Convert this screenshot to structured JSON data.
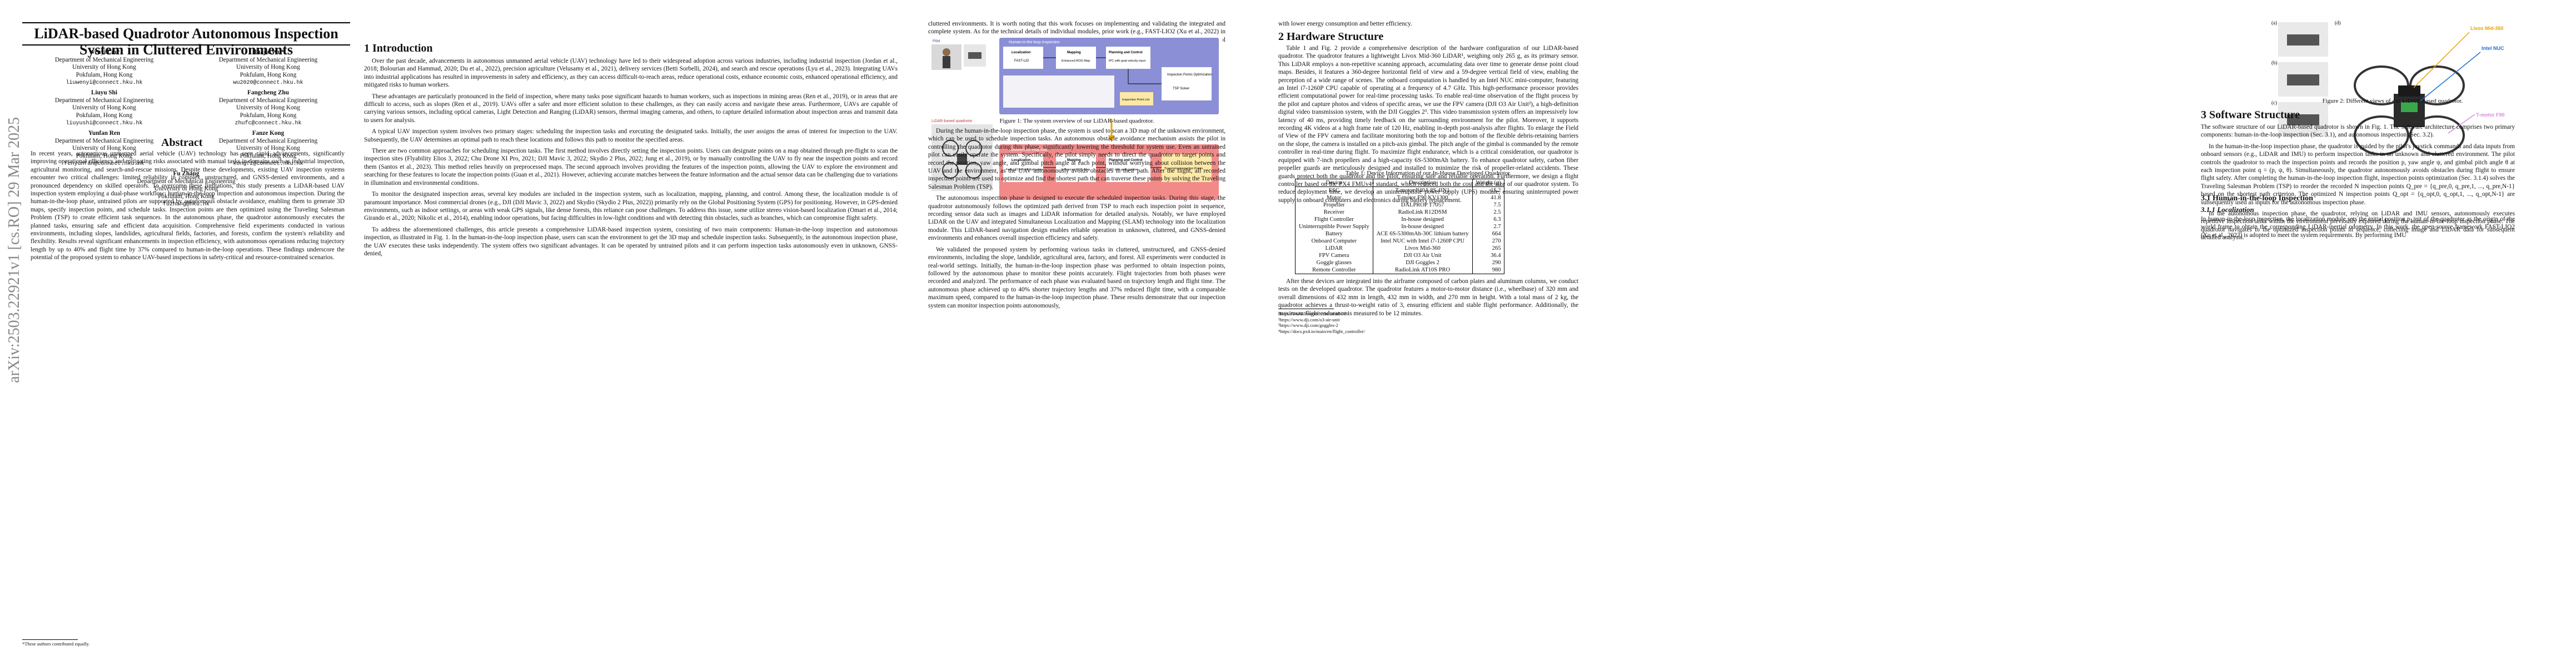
{
  "arxiv_stamp": "arXiv:2503.22921v1  [cs.RO]  29 Mar 2025",
  "title": "LiDAR-based Quadrotor Autonomous Inspection System in Cluttered Environments",
  "authors": [
    {
      "name": "Wenyi Liu*",
      "dept": "Department of Mechanical Engineering",
      "org": "University of Hong Kong",
      "city": "Pokfulam, Hong Kong",
      "email": "liuwenyi@connect.hku.hk"
    },
    {
      "name": "Huajie Wu*",
      "dept": "Department of Mechanical Engineering",
      "org": "University of Hong Kong",
      "city": "Pokfulam, Hong Kong",
      "email": "wu2020@connect.hku.hk"
    },
    {
      "name": "Liuyu Shi",
      "dept": "Department of Mechanical Engineering",
      "org": "University of Hong Kong",
      "city": "Pokfulam, Hong Kong",
      "email": "liuyushi@connect.hku.hk"
    },
    {
      "name": "Fangcheng Zhu",
      "dept": "Department of Mechanical Engineering",
      "org": "University of Hong Kong",
      "city": "Pokfulam, Hong Kong",
      "email": "zhufc@connect.hku.hk"
    },
    {
      "name": "Yunfan Ren",
      "dept": "Department of Mechanical Engineering",
      "org": "University of Hong Kong",
      "city": "Pokfulam, Hong Kong",
      "email": "renyunfan@connect.hku.hk"
    },
    {
      "name": "Fanze Kong",
      "dept": "Department of Mechanical Engineering",
      "org": "University of Hong Kong",
      "city": "Pokfulam, Hong Kong",
      "email": "kongfz@connect.hku.hk"
    },
    {
      "name": "Fu Zhang",
      "dept": "Department of Mechanical Engineering",
      "org": "University of Hong Kong",
      "city": "Pokfulam, Hong Kong",
      "email": "fuzhang@hku.hk"
    }
  ],
  "abstract_heading": "Abstract",
  "abstract": "In recent years, autonomous unmanned aerial vehicle (UAV) technology has seen rapid advancements, significantly improving operational efficiency and mitigating risks associated with manual tasks in domains such as industrial inspection, agricultural monitoring, and search-and-rescue missions. Despite these developments, existing UAV inspection systems encounter two critical challenges: limited reliability in complex, unstructured, and GNSS-denied environments, and a pronounced dependency on skilled operators. To overcome these limitations, this study presents a LiDAR-based UAV inspection system employing a dual-phase workflow: human-in-the-loop inspection and autonomous inspection. During the human-in-the-loop phase, untrained pilots are supported by autonomous obstacle avoidance, enabling them to generate 3D maps, specify inspection points, and schedule tasks. Inspection points are then optimized using the Traveling Salesman Problem (TSP) to create efficient task sequences. In the autonomous phase, the quadrotor autonomously executes the planned tasks, ensuring safe and efficient data acquisition. Comprehensive field experiments conducted in various environments, including slopes, landslides, agricultural fields, factories, and forests, confirm the system's reliability and flexibility. Results reveal significant enhancements in inspection efficiency, with autonomous operations reducing trajectory length by up to 40% and flight time by 37% compared to human-in-the-loop operations. These findings underscore the potential of the proposed system to enhance UAV-based inspections in safety-critical and resource-constrained scenarios.",
  "footnote_p1": "*These authors contributed equally.",
  "intro_heading": "1   Introduction",
  "intro": [
    "Over the past decade, advancements in autonomous unmanned aerial vehicle (UAV) technology have led to their widespread adoption across various industries, including industrial inspection (Jordan et al., 2018; Bolourian and Hammad, 2020; Du et al., 2022), precision agriculture (Velusamy et al., 2021), delivery services (Betti Sorbelli, 2024), and search and rescue operations (Lyu et al., 2023). Integrating UAVs into industrial applications has resulted in improvements in safety and efficiency, as they can access difficult-to-reach areas, reduce operational costs, enhance economic costs, enhanced operational efficiency, and mitigated risks to human workers.",
    "These advantages are particularly pronounced in the field of inspection, where many tasks pose significant hazards to human workers, such as inspections in mining areas (Ren et al., 2019), or in areas that are difficult to access, such as slopes (Ren et al., 2019). UAVs offer a safer and more efficient solution to these challenges, as they can easily access and navigate these areas. Furthermore, UAVs are capable of carrying various sensors, including optical cameras, Light Detection and Ranging (LiDAR) sensors, thermal imaging cameras, and others, to capture detailed information about inspection areas and transmit data to users for analysis.",
    "A typical UAV inspection system involves two primary stages: scheduling the inspection tasks and executing the designated tasks. Initially, the user assigns the areas of interest for inspection to the UAV. Subsequently, the UAV determines an optimal path to reach these locations and follows this path to monitor the specified areas.",
    "There are two common approaches for scheduling inspection tasks. The first method involves directly setting the inspection points. Users can designate points on a map obtained through pre-flight to scan the inspection sites (Flyability Elios 3, 2022; Chu Drone XI Pro, 2021; DJI Mavic 3, 2022; Skydio 2 Plus, 2022; Jung et al., 2019), or by manually controlling the UAV to fly near the inspection points and record them (Santos et al., 2023). This method relies heavily on preprocessed maps. The second approach involves providing the features of the inspection points, allowing the UAV to explore the environment and searching for these features to locate the inspection points (Guan et al., 2021). However, achieving accurate matches between the feature information and the actual sensor data can be challenging due to variations in illumination and environmental conditions.",
    "To monitor the designated inspection areas, several key modules are included in the inspection system, such as localization, mapping, planning, and control. Among these, the localization module is of paramount importance. Most commercial drones (e.g., DJI (DJI Mavic 3, 2022) and Skydio (Skydio 2 Plus, 2022)) primarily rely on the Global Positioning System (GPS) for positioning. However, in GPS-denied environments, such as indoor settings, or areas with weak GPS signals, like dense forests, this reliance can pose challenges. To address this issue, some utilize stereo vision-based localization (Omari et al., 2014; Girando et al., 2020; Nikolic et al., 2014), enabling indoor operations, but facing difficulties in low-light conditions and with detecting thin obstacles, such as branches, which can compromise flight safety.",
    "To address the aforementioned challenges, this article presents a comprehensive LiDAR-based inspection system, consisting of two main components: Human-in-the-loop inspection and autonomous inspection, as illustrated in Fig. 1. In the human-in-the-loop inspection phase, users can scan the environment to get the 3D map and schedule inspection tasks. Subsequently, in the autonomous inspection phase, the UAV executes these tasks independently. The system offers two significant advantages. It can be operated by untrained pilots and it can perform inspection tasks autonomously even in unknown, GNSS-denied,"
  ],
  "p2_top": "cluttered environments. It is worth noting that this work focuses on implementing and validating the integrated and complete system. As for the technical details of individual modules, prior work (e.g., FAST-LIO2 (Xu et al., 2022) in Localization module, ROG-Map (Ren et al., 2023) in Mapping module, IPC (Liu et al., 2023) in Planning and Control modules) is adopted here.",
  "fig1": {
    "caption": "Figure 1: The system overview of our LiDAR-based quadrotor.",
    "pilot": "Pilot",
    "uav_label": "LiDAR-based quadrotor",
    "top_title": "Human-in-the-loop Inspection",
    "bottom_title": "Autonomous Inspection",
    "localization": "Localization",
    "fastlio": "FAST-LIO",
    "mapping": "Mapping",
    "rogmap": "Enhanced ROG-Map",
    "planning": "Planning and Control",
    "ipc": "IPC with goal-velocity input",
    "tsp": "TSP Solver",
    "inspection_points": "Inspection Points Optimization",
    "point_list": "Inspection Point List",
    "traversing": "Traversing Inspection Points",
    "fastlio_map": "Fast-LIO with relocalization",
    "ipc2": "IPC with goal position"
  },
  "p2_body": [
    "During the human-in-the-loop inspection phase, the system is used to scan a 3D map of the unknown environment, which can be used to schedule inspection tasks. An autonomous obstacle avoidance mechanism assists the pilot in controlling the quadrotor during this phase, significantly lowering the threshold for system use. Even an untrained pilot can easily operate the system. Specifically, the pilot simply needs to direct the quadrotor to target points and record the position, yaw angle, and gimbal pitch angle at each point, without worrying about collision between the UAV and the environment, as the UAV autonomously avoids obstacles in their path. After the flight, all recorded inspection points are used to optimize and find the shortest path that can traverse these points by solving the Traveling Salesman Problem (TSP).",
    "The autonomous inspection phase is designed to execute the scheduled inspection tasks. During this stage, the quadrotor autonomously follows the optimized path derived from TSP to reach each inspection point in sequence, recording sensor data such as images and LiDAR information for detailed analysis. Notably, we have employed LiDAR on the UAV and integrated Simultaneous Localization and Mapping (SLAM) technology into the localization module. This LiDAR-based navigation design enables reliable operation in unknown, cluttered, and GNSS-denied environments and enhances overall inspection efficiency and safety.",
    "We validated the proposed system by performing various tasks in cluttered, unstructured, and GNSS-denied environments, including the slope, landslide, agricultural area, factory, and forest. All experiments were conducted in real-world settings. Initially, the human-in-the-loop inspection phase was performed to obtain inspection points, followed by the autonomous phase to monitor these points accurately. Flight trajectories from both phases were recorded and analyzed. The performance of each phase was evaluated based on trajectory length and flight time. The autonomous phase achieved up to 40% shorter trajectory lengths and 37% reduced flight time, with a comparable maximum speed, compared to the human-in-the-loop inspection phase. These results demonstrate that our inspection system can monitor inspection points autonomously,"
  ],
  "p3_top": "with lower energy consumption and better efficiency.",
  "hw_heading": "2   Hardware Structure",
  "hw_body": [
    "Table 1 and Fig. 2 provide a comprehensive description of the hardware configuration of our LiDAR-based quadrotor. The quadrotor features a lightweight Livox Mid-360 LiDAR¹, weighing only 265 g, as its primary sensor. This LiDAR employs a non-repetitive scanning approach, accumulating data over time to generate dense point cloud maps. Besides, it features a 360-degree horizontal field of view and a 59-degree vertical field of view, enabling the perception of a wide range of scenes. The onboard computation is handled by an Intel NUC mini-computer, featuring an Intel i7-1260P CPU capable of operating at a frequency of 4.7 GHz. This high-performance processor provides efficient computational power for real-time processing tasks. To enable real-time observation of the flight process by the pilot and capture photos and videos of specific areas, we use the FPV camera (DJI O3 Air Unit²), a high-definition digital video transmission system, with the DJI Goggles 2³. This video transmission system offers an impressively low latency of 40 ms, providing timely feedback on the surrounding environment for the pilot. Moreover, it supports recording 4K videos at a high frame rate of 120 Hz, enabling in-depth post-analysis after flights. To enlarge the Field of View of the FPV camera and facilitate monitoring both the top and bottom of the flexible debris-retaining barriers on the slope, the camera is installed on a pitch-axis gimbal. The pitch angle of the gimbal is commanded by the remote controller in real-time during flight. To maximize flight endurance, which is a critical consideration, our quadrotor is equipped with 7-inch propellers and a high-capacity 6S-5300mAh battery. To enhance quadrotor safety, carbon fiber propeller guards are meticulously designed and installed to minimize the risk of propeller-related accidents. These guards protect both the quadrotor and the pilot, ensuring safe and reliable operation. Furthermore, we design a flight controller based on the PX4 FMUv4⁴ standard, which reduced both the cost and the size of our quadrotor system. To reduce deployment time, we develop an uninterruptible power supply (UPS) module, ensuring uninterrupted power supply to onboard computers and electronics during battery replacement."
  ],
  "table1": {
    "caption": "Table 1: Device Information of our In-House Developed Quadrotor.",
    "headers": [
      "Device",
      "Description",
      "Weight (g)"
    ],
    "rows": [
      [
        "ESC",
        "T-motor F40A 8S 4IN1",
        "15.2"
      ],
      [
        "Motor",
        "T-motor F90 KV1300",
        "41.8"
      ],
      [
        "Propeller",
        "DALPROP T7057",
        "7.5"
      ],
      [
        "Receiver",
        "RadioLink R12DSM",
        "2.5"
      ],
      [
        "Flight Controller",
        "In-house designed",
        "6.3"
      ],
      [
        "Uninterruptible Power Supply",
        "In-house designed",
        "2.7"
      ],
      [
        "Battery",
        "ACE 6S-5300mAh-30C lithium battery",
        "664"
      ],
      [
        "Onboard Computer",
        "Intel NUC with Intel i7-1260P CPU",
        "270"
      ],
      [
        "LiDAR",
        "Livox Mid-360",
        "265"
      ],
      [
        "FPV Camera",
        "DJI O3 Air Unit",
        "36.4"
      ],
      [
        "Goggle glasses",
        "DJI Goggles 2",
        "290"
      ],
      [
        "Remote Controller",
        "RadioLink AT10S PRO",
        "980"
      ]
    ]
  },
  "p3_after_table": "After these devices are integrated into the airframe composed of carbon plates and aluminum columns, we conduct tests on the developed quadrotor. The quadrotor features a motor-to-motor distance (i.e., wheelbase) of 320 mm and overall dimensions of 432 mm in length, 432 mm in width, and 270 mm in height. With a total mass of 2 kg, the quadrotor achieves a thrust-to-weight ratio of 3, ensuring efficient and stable flight performance. Additionally, the maximum flight endurance is measured to be 12 minutes.",
  "p3_footnotes": [
    "¹https://www.livoxtech.com/mid-360",
    "²https://www.dji.com/o3-air-unit",
    "³https://www.dji.com/goggles-2",
    "⁴https://docs.px4.io/main/en/flight_controller/"
  ],
  "fig2": {
    "caption": "Figure 2: Different views of our LiDAR-based quadrotor.",
    "labels": [
      "(a)",
      "(b)",
      "(c)",
      "(d)"
    ],
    "livox": "Livox Mid-360",
    "nuc": "Intel NUC",
    "motor": "T-motor F90"
  },
  "sw_heading": "3   Software Structure",
  "sw_body": [
    "The software structure of our LiDAR-based quadrotor is shown in Fig. 1. The software architecture comprises two primary components: human-in-the-loop inspection (Sec. 3.1), and autonomous inspection (Sec. 3.2).",
    "In the human-in-the-loop inspection phase, the quadrotor is guided by the pilot's joystick commands and data inputs from onboard sensors (e.g., LiDAR and IMU) to perform inspection tasks in an unknown and cluttered environment. The pilot controls the quadrotor to reach the inspection points and records the position p, yaw angle ψ, and gimbal pitch angle θ at each inspection point q = (p, ψ, θ). Simultaneously, the quadrotor autonomously avoids obstacles during flight to ensure flight safety. After completing the human-in-the-loop inspection flight, inspection points optimization (Sec. 3.1.4) solves the Traveling Salesman Problem (TSP) to reorder the recorded N inspection points Q_pre = {q_pre,0, q_pre,1, ..., q_pre,N-1} based on the shortest path criterion. The optimized N inspection points Q_opt = {q_opt,0, q_opt,1, ..., q_opt,N-1} are subsequently used as inputs for the autonomous inspection phase.",
    "In the autonomous inspection phase, the quadrotor, relying on LiDAR and IMU sensors, autonomously executes repetitive inspection tasks within the environment previously explored during the human-in-the-loop inspection phase. The quadrotor navigates to the optimized inspection points in sequence, collecting image and LiDAR data for subsequent detailed analysis."
  ],
  "sec31_heading": "3.1   Human-in-the-loop Inspection",
  "sec311_heading": "3.1.1   Localization",
  "sec311_body": "In human-in-the-loop inspection, the localization module sets the initial position p_init of the quadrotor as the origin of the world frame to obtain the corresponding LiDAR-inertial odometry. In this work, the open-source framework FAST-LIO2 (Xu et al., 2022) is adopted to meet the system requirements. By performing IMU",
  "colors": {
    "top_panel": "#8a8fd6",
    "bottom_panel": "#f28a8a",
    "box_fill": "#ffffff",
    "livox_label": "#e8a400",
    "nuc_label": "#1f6fd6",
    "motor_label": "#d98be0"
  }
}
